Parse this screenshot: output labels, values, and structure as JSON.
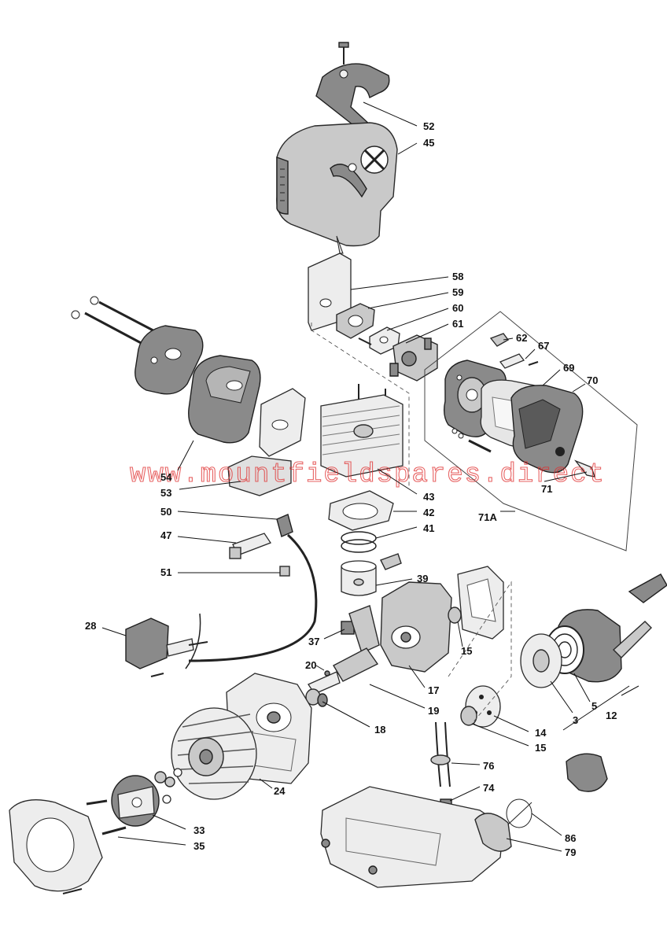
{
  "watermark": "www.mountfieldspares.direct",
  "callouts": [
    "52",
    "45",
    "58",
    "59",
    "60",
    "61",
    "62",
    "67",
    "69",
    "70",
    "71",
    "71A",
    "54",
    "53",
    "43",
    "42",
    "41",
    "50",
    "47",
    "51",
    "39",
    "28",
    "37",
    "20",
    "15",
    "17",
    "19",
    "18",
    "14",
    "3",
    "5",
    "12",
    "24",
    "33",
    "35",
    "76",
    "74",
    "86",
    "79"
  ],
  "icons": [
    "screw-icon",
    "cover-icon",
    "gasket-icon",
    "carburettor-icon",
    "air-filter-icon",
    "cylinder-icon",
    "piston-icon",
    "spark-plug-icon",
    "ignition-coil-icon",
    "crankshaft-icon",
    "crankcase-icon",
    "flywheel-icon",
    "clutch-icon",
    "recoil-starter-icon",
    "fuel-tank-icon",
    "fuel-cap-icon"
  ]
}
